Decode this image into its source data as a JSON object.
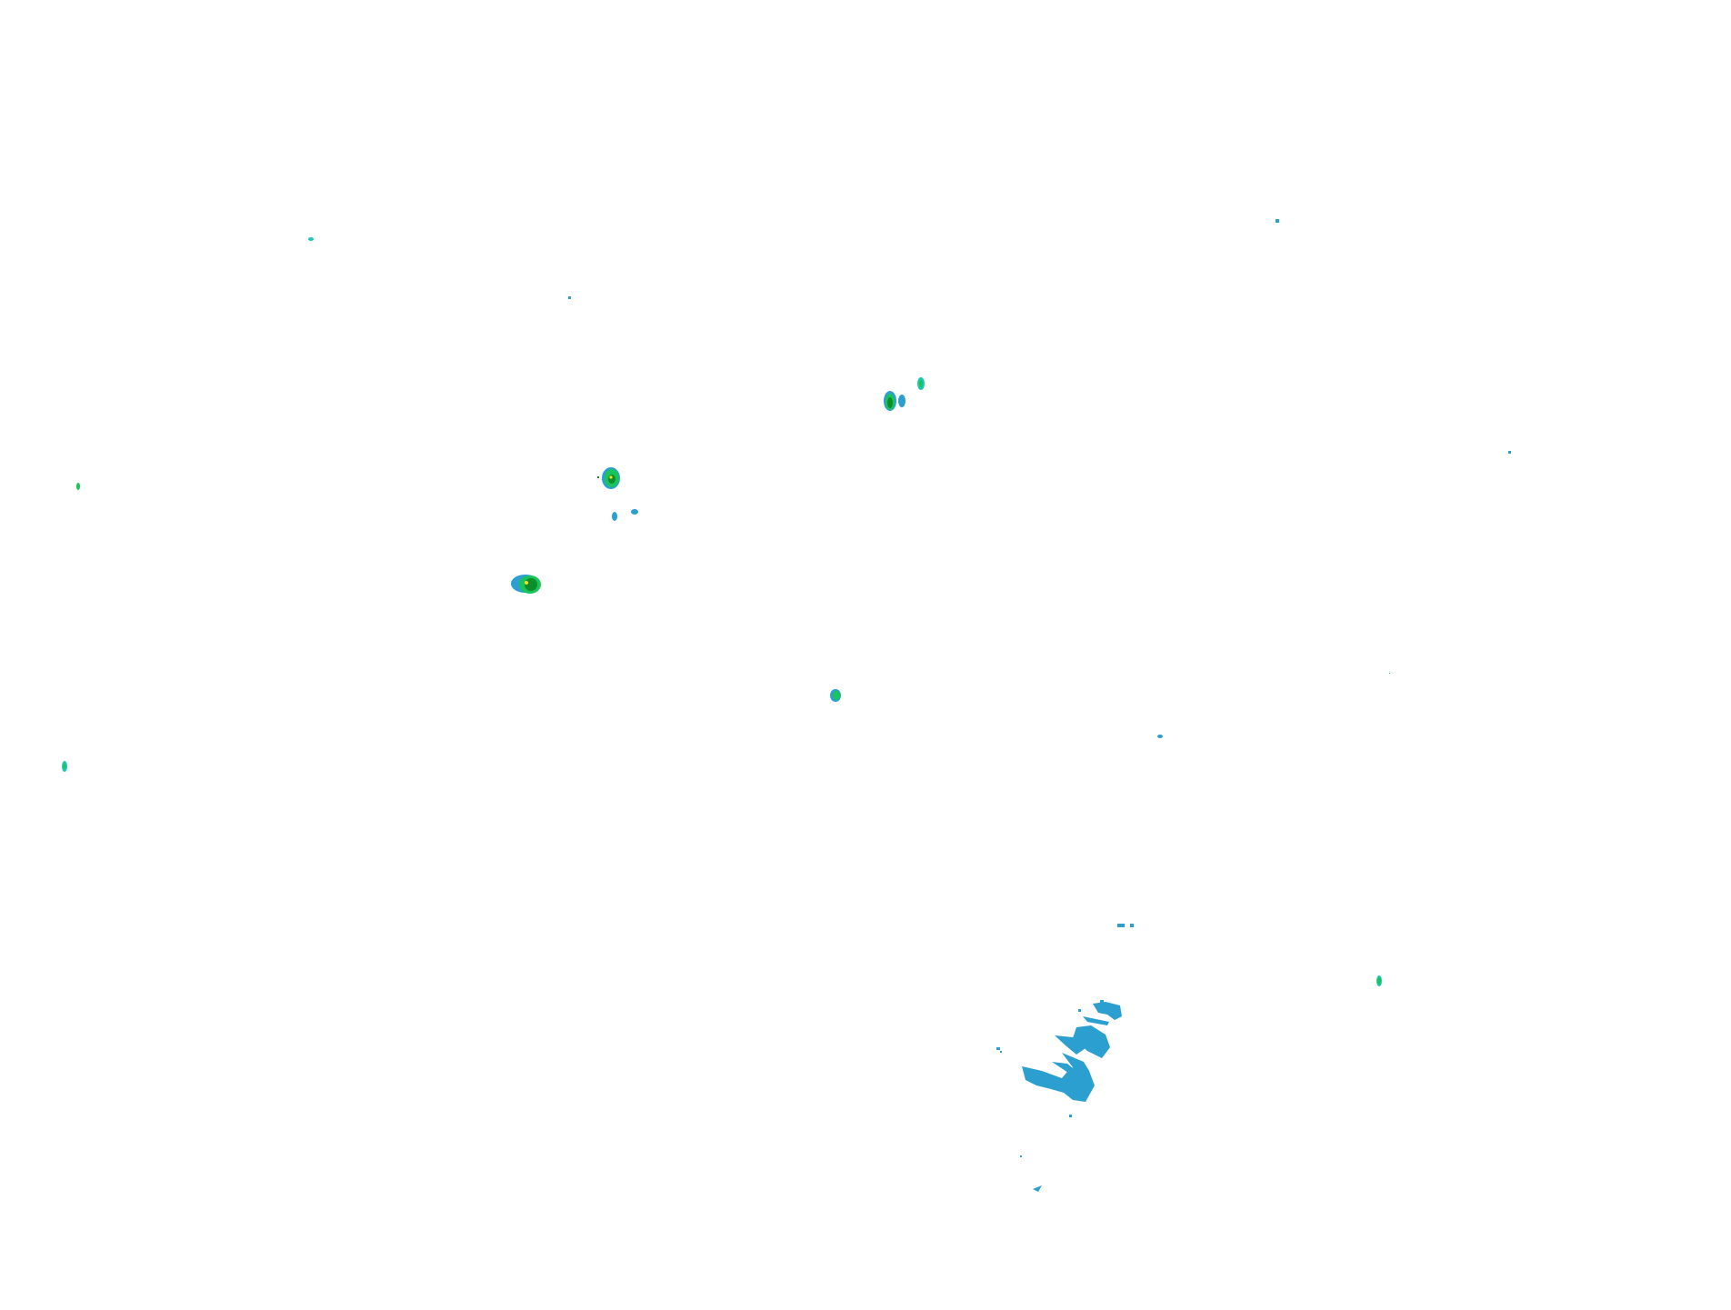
{
  "map": {
    "background_color": "#ffffff",
    "legend_colors": {
      "level_1": "#2a9fd0",
      "level_2": "#1ec8b0",
      "level_3": "#19c45a",
      "level_4": "#0c8f2a",
      "level_5": "#f0e020"
    },
    "features": [
      {
        "name": "echo-cell",
        "level": 2
      },
      {
        "name": "echo-cell",
        "level": 1
      },
      {
        "name": "echo-cell",
        "level": 1
      },
      {
        "name": "echo-cell",
        "level": 4
      },
      {
        "name": "echo-cell",
        "level": 3
      },
      {
        "name": "echo-cell",
        "level": 3
      },
      {
        "name": "echo-cell",
        "level": 5
      },
      {
        "name": "echo-cell",
        "level": 1
      },
      {
        "name": "echo-cell",
        "level": 5
      },
      {
        "name": "echo-cell",
        "level": 3
      },
      {
        "name": "echo-cell",
        "level": 3
      },
      {
        "name": "echo-cell",
        "level": 1
      },
      {
        "name": "echo-cell",
        "level": 1
      },
      {
        "name": "echo-cell",
        "level": 1
      },
      {
        "name": "echo-cell",
        "level": 3
      },
      {
        "name": "echo-cluster",
        "level": 1
      }
    ]
  }
}
